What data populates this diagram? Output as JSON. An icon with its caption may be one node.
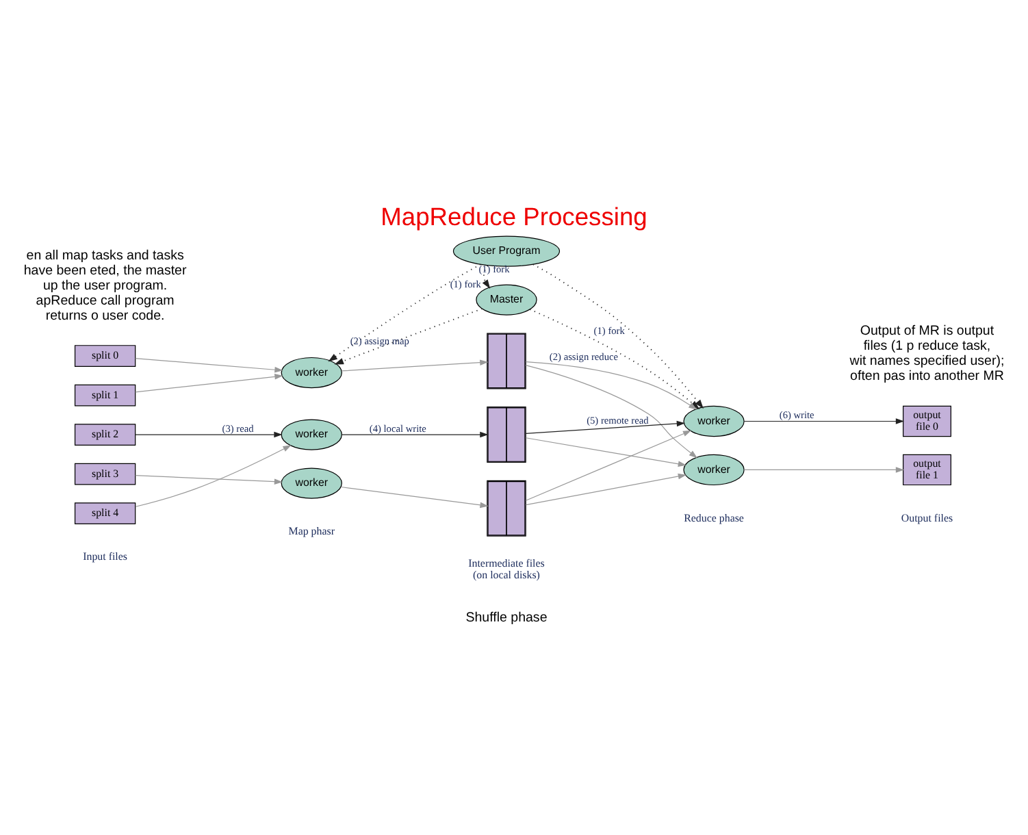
{
  "diagram": {
    "title": "MapReduce Processing",
    "nodes": [
      {
        "text": [
          "User Program"
        ]
      },
      {
        "text": [
          "Master"
        ]
      },
      {
        "text": [
          "worker"
        ]
      },
      {
        "text": [
          "worker"
        ]
      },
      {
        "text": [
          "worker"
        ]
      },
      {
        "text": [
          "worker"
        ]
      },
      {
        "text": [
          "worker"
        ]
      },
      {
        "text": [
          "split 0"
        ]
      },
      {
        "text": [
          "split 1"
        ]
      },
      {
        "text": [
          "split 2"
        ]
      },
      {
        "text": [
          "split 3"
        ]
      },
      {
        "text": [
          "split 4"
        ]
      },
      {
        "text": [],
        "shape": "box"
      },
      {
        "text": [],
        "shape": "box"
      },
      {
        "text": [],
        "shape": "box"
      },
      {
        "text": [
          "output file 0"
        ]
      },
      {
        "text": [
          "output file 1"
        ]
      }
    ],
    "edges": [
      {
        "from": 0,
        "to": 2,
        "arrow": "to",
        "label": "(1) fork",
        "style": "dashed",
        "color": "#222222"
      },
      {
        "from": 0,
        "to": 1,
        "arrow": "to",
        "label": "(1) fork",
        "style": "dashed",
        "color": "#222222"
      },
      {
        "from": 0,
        "to": 3,
        "arrow": "to",
        "label": "(1) fork",
        "style": "dashed",
        "color": "#222222"
      },
      {
        "from": 1,
        "to": 2,
        "arrow": "to",
        "label": "(2) assign map",
        "style": "dashed",
        "color": "#222222"
      },
      {
        "from": 1,
        "to": 3,
        "arrow": "to",
        "label": "(2) assign reduce",
        "style": "dashed",
        "color": "#222222"
      },
      {
        "from": 7,
        "to": 2,
        "arrow": "to"
      },
      {
        "from": 8,
        "to": 2,
        "arrow": "to"
      },
      {
        "from": 9,
        "to": 4,
        "arrow": "to",
        "label": "(3) read",
        "color": "#222222"
      },
      {
        "from": 10,
        "to": 6,
        "arrow": "to"
      },
      {
        "from": 11,
        "to": 4,
        "arrow": "to"
      },
      {
        "from": 2,
        "to": 12,
        "arrow": "to"
      },
      {
        "from": 4,
        "to": 13,
        "arrow": "to",
        "label": "(4) local write",
        "color": "#222222"
      },
      {
        "from": 6,
        "to": 14,
        "arrow": "to"
      },
      {
        "from": 12,
        "to": 3,
        "arrow": "to"
      },
      {
        "from": 12,
        "to": 5,
        "arrow": "to"
      },
      {
        "from": 13,
        "to": 3,
        "arrow": "to",
        "label": "(5) remote read",
        "color": "#222222"
      },
      {
        "from": 13,
        "to": 5,
        "arrow": "to"
      },
      {
        "from": 14,
        "to": 3,
        "arrow": "to"
      },
      {
        "from": 14,
        "to": 5,
        "arrow": "to"
      },
      {
        "from": 3,
        "to": 15,
        "arrow": "to",
        "label": "(6) write",
        "color": "#222222"
      },
      {
        "from": 5,
        "to": 16,
        "arrow": "to"
      }
    ],
    "labels": [
      "en all map tasks and tasks have been eted, the master up the user program. apReduce call program returns o user code.",
      "Output of MR is output files (1 p reduce task, wit names specified user); often pas into another MR",
      "Input files",
      "Map phasr",
      "Intermediate files (on local disks)",
      "Reduce phase",
      "Output files",
      "Shuffle phase"
    ]
  }
}
